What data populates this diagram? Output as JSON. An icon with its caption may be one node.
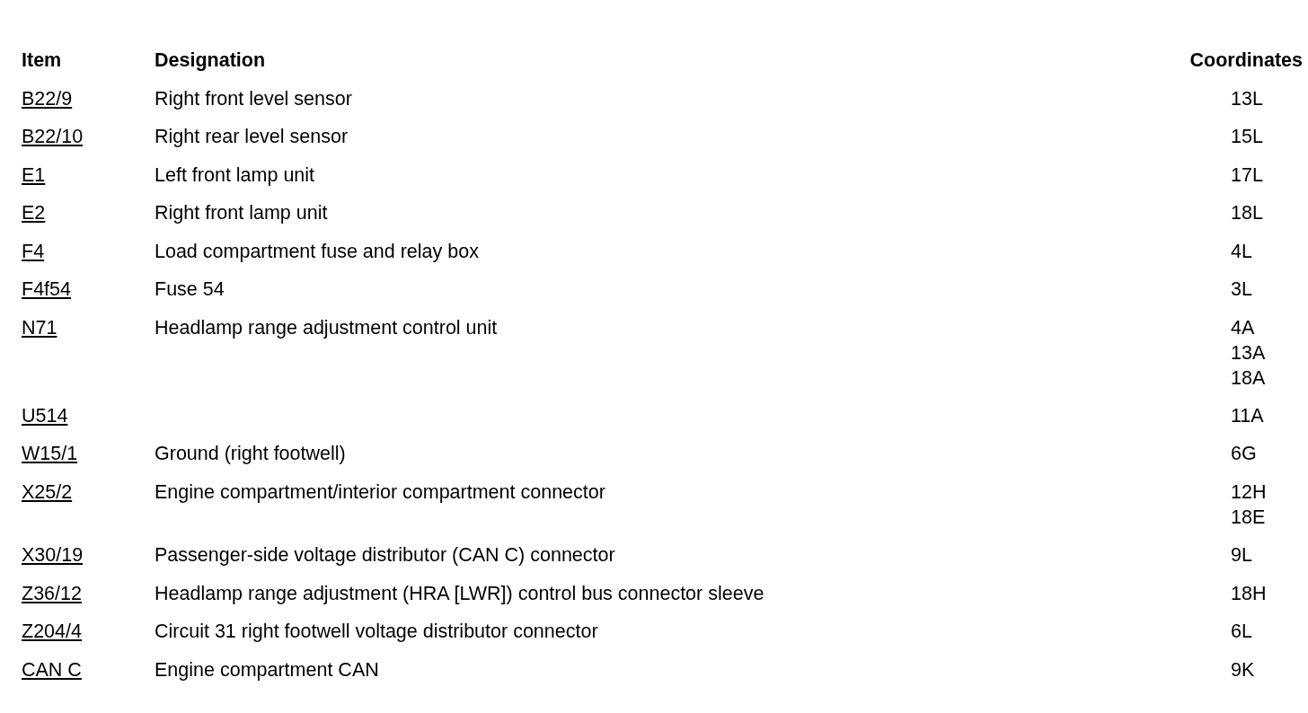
{
  "diagram": {
    "labels": [
      "Item",
      "Designation",
      "Coordinates",
      "B22/9",
      "Right front level sensor",
      "13L",
      "B22/10",
      "Right rear level sensor",
      "15L",
      "E1",
      "Left front lamp unit",
      "17L",
      "E2",
      "Right front lamp unit",
      "18L",
      "F4",
      "Load compartment fuse and relay box",
      "4L",
      "F4f54",
      "Fuse 54",
      "3L",
      "N71",
      "Headlamp range adjustment control unit",
      "4A",
      "13A",
      "18A",
      "U514",
      "11A",
      "W15/1",
      "Ground (right footwell)",
      "6G",
      "X25/2",
      "Engine compartment/interior compartment connector",
      "12H",
      "18E",
      "X30/19",
      "Passenger-side voltage distributor (CAN C) connector",
      "9L",
      "Z36/12",
      "Headlamp range adjustment (HRA [LWR]) control bus connector sleeve",
      "18H",
      "Z204/4",
      "Circuit 31 right footwell voltage distributor connector",
      "6L",
      "CAN C",
      "Engine compartment CAN",
      "9K"
    ]
  }
}
